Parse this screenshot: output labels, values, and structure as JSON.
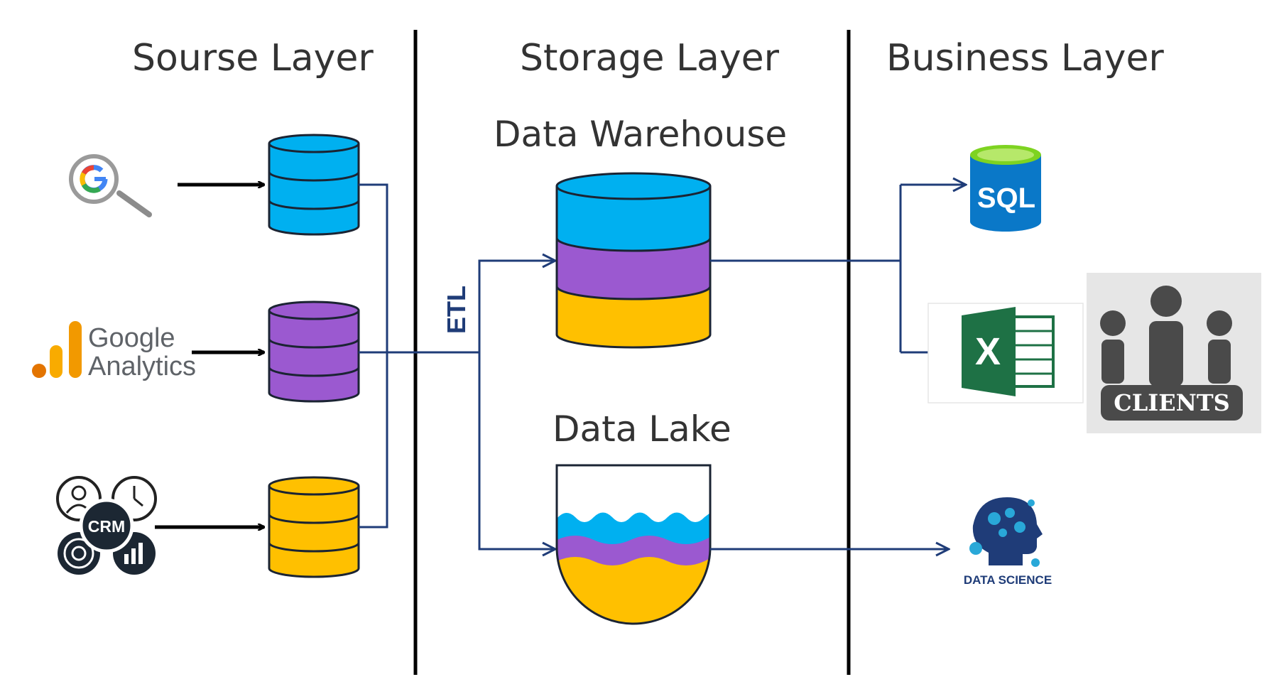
{
  "layers": {
    "source": "Sourse Layer",
    "storage": "Storage Layer",
    "business": "Business Layer"
  },
  "storage": {
    "warehouse": "Data Warehouse",
    "lake": "Data Lake",
    "etl": "ETL"
  },
  "sources": {
    "google_search_icon": "google-search-icon",
    "analytics_line1": "Google",
    "analytics_line2": "Analytics",
    "crm": "CRM"
  },
  "business": {
    "sql": "SQL",
    "excel": "X",
    "clients": "CLIENTS",
    "data_science": "DATA SCIENCE"
  },
  "colors": {
    "blue": "#00b0f0",
    "purple": "#9b59d0",
    "yellow": "#ffc000",
    "connector": "#1f3c78",
    "divider": "#000000",
    "excel_green": "#1e7145",
    "sql_blue": "#0a78c8",
    "clients_gray": "#4a4a4a"
  }
}
